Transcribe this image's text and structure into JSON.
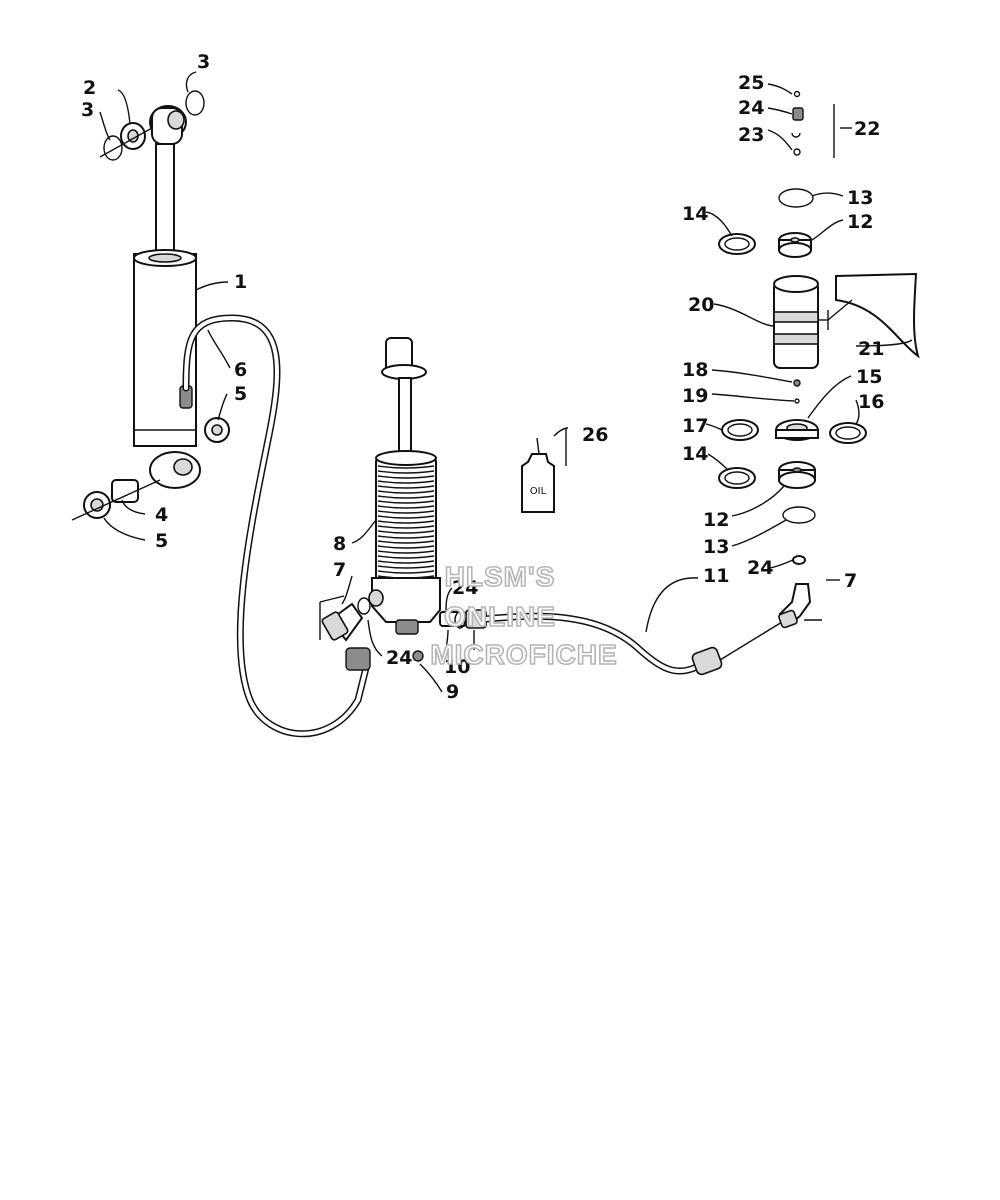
{
  "callouts": {
    "c1": "1",
    "c2": "2",
    "c3a": "3",
    "c3b": "3",
    "c4": "4",
    "c5a": "5",
    "c5b": "5",
    "c6": "6",
    "c7a": "7",
    "c7b": "7",
    "c8": "8",
    "c9": "9",
    "c10": "10",
    "c11": "11",
    "c12a": "12",
    "c12b": "12",
    "c13a": "13",
    "c13b": "13",
    "c14a": "14",
    "c14b": "14",
    "c15": "15",
    "c16": "16",
    "c17": "17",
    "c18": "18",
    "c19": "19",
    "c20": "20",
    "c21": "21",
    "c22": "22",
    "c23": "23",
    "c24a": "24",
    "c24b": "24",
    "c24c": "24",
    "c24d": "24",
    "c25": "25",
    "c26": "26"
  },
  "bottle_label": "OIL",
  "watermark": {
    "line1": "HLSM'S",
    "line2": "ONLINE",
    "line3": "MICROFICHE"
  }
}
